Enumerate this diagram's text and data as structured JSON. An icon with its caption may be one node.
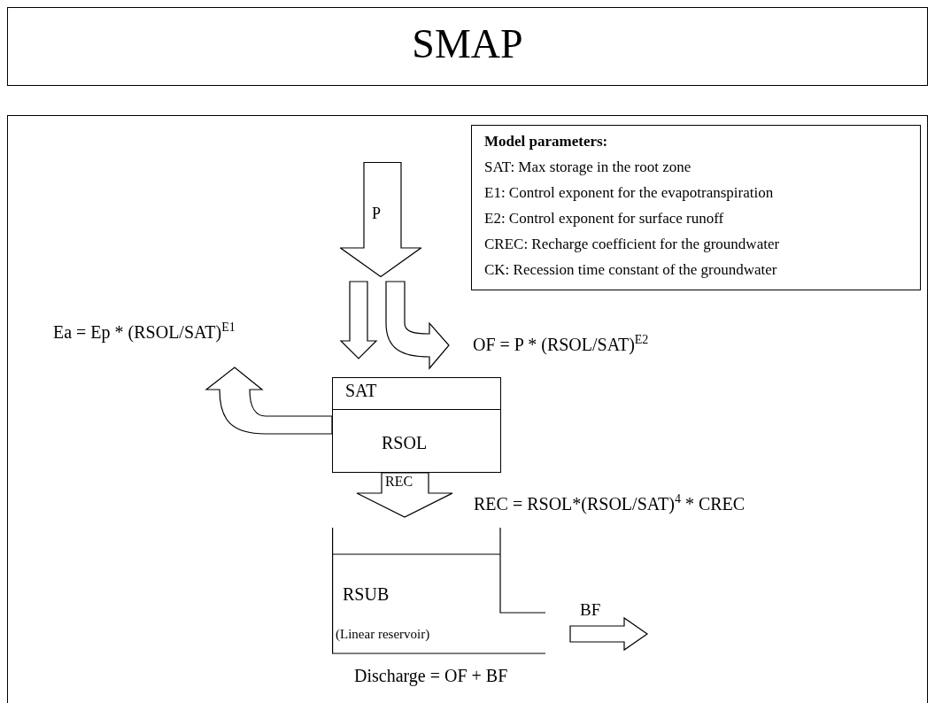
{
  "diagram": {
    "title": "SMAP",
    "nodes": [
      {
        "text": [
          "Model parameters:",
          "SAT: Max storage in the root zone",
          "E1: Control exponent for the evapotranspiration",
          "E2: Control exponent for surface runoff",
          "CREC: Recharge coefficient for the groundwater",
          "CK: Recession time constant of the groundwater"
        ]
      },
      {
        "text": [
          "P"
        ]
      },
      {
        "text": [
          "Ea = Ep * (RSOL/SAT)$^{E1}$"
        ]
      },
      {
        "text": [
          "OF = P * (RSOL/SAT)$^{E2}$"
        ]
      },
      {
        "text": [
          "SAT",
          "RSOL"
        ]
      },
      {
        "text": [
          "RSUB",
          "(Linear reservoir)"
        ]
      }
    ],
    "edges": [
      {
        "from": 1,
        "to": 4,
        "arrow": "to"
      },
      {
        "from": 1,
        "to": 3,
        "arrow": "to"
      },
      {
        "from": 4,
        "to": 2,
        "arrow": "to"
      },
      {
        "from": 4,
        "to": 5,
        "arrow": "to",
        "label": "REC"
      },
      {
        "from": 5,
        "to": null,
        "arrow": "to",
        "label": "BF"
      }
    ],
    "labels": [
      "REC = RSOL*(RSOL/SAT)$^{4}$ * CREC",
      "Discharge = OF + BF"
    ]
  }
}
